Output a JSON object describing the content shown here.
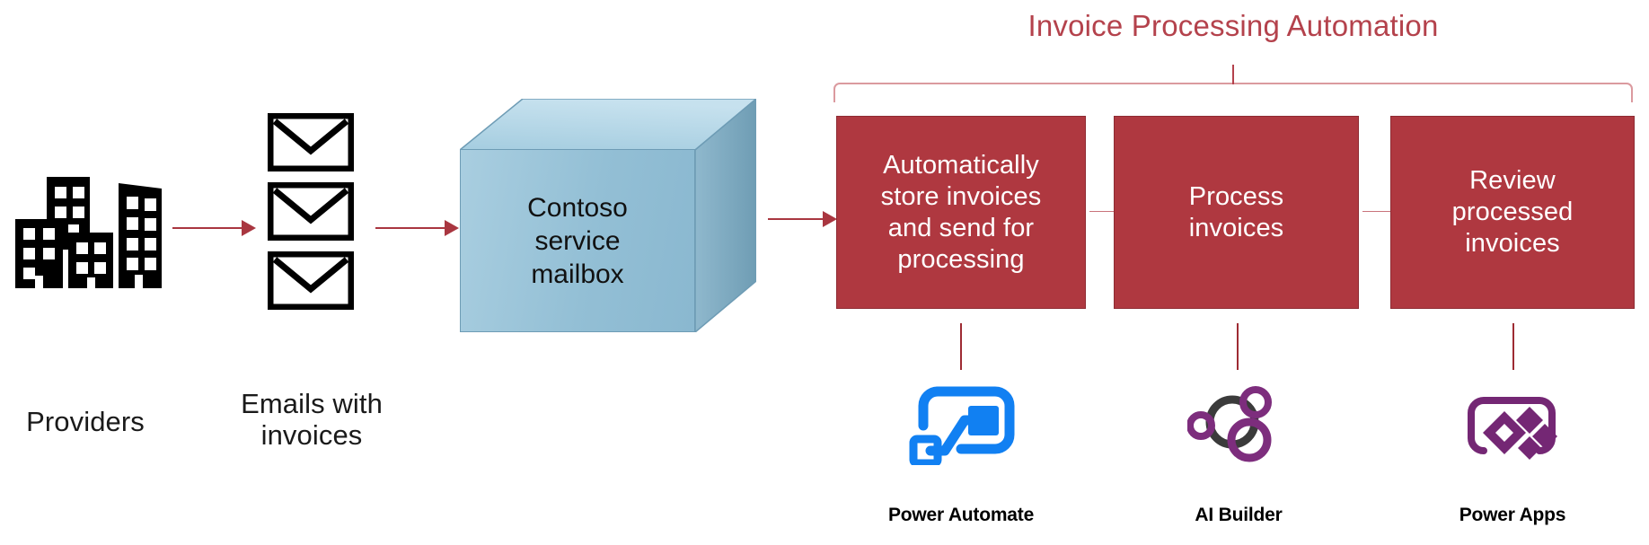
{
  "diagram": {
    "title": "Invoice Processing Automation",
    "left_flow": {
      "providers": {
        "label": "Providers",
        "icon": "office-buildings-icon"
      },
      "emails": {
        "label": "Emails with\ninvoices",
        "line1": "Emails with",
        "line2": "invoices",
        "icon": "envelope-icon",
        "count": 3
      },
      "mailbox": {
        "line1": "Contoso",
        "line2": "service",
        "line3": "mailbox",
        "icon": "cube-3d-icon"
      }
    },
    "process_steps": [
      {
        "id": "store-and-send",
        "lines": [
          "Automatically",
          "store invoices",
          "and send for",
          "processing"
        ],
        "tool": "Power Automate",
        "tool_icon": "power-automate-icon"
      },
      {
        "id": "process-invoices",
        "lines": [
          "Process",
          "invoices"
        ],
        "tool": "AI Builder",
        "tool_icon": "ai-builder-icon"
      },
      {
        "id": "review-invoices",
        "lines": [
          "Review",
          "processed",
          "invoices"
        ],
        "tool": "Power Apps",
        "tool_icon": "power-apps-icon"
      }
    ],
    "arrows": [
      {
        "id": "providers-to-emails"
      },
      {
        "id": "emails-to-mailbox"
      },
      {
        "id": "mailbox-to-step1"
      },
      {
        "id": "step1-to-step2"
      },
      {
        "id": "step2-to-step3"
      }
    ],
    "colors": {
      "accent_red": "#B4424C",
      "box_red": "#AF3840",
      "box_red_border": "#8E2B33",
      "arrow_red": "#A93640",
      "bracket_pink": "#DB9A9F",
      "cube_blue_front": "#93BFD5",
      "cube_blue_top": "#BDDCEA",
      "cube_blue_side": "#7BA7BC",
      "power_automate_blue": "#0F76E8",
      "ai_builder_purple": "#7D2D7D",
      "ai_builder_gray": "#3B3B3B",
      "power_apps_purple": "#742774",
      "background": "#FFFFFF"
    }
  }
}
